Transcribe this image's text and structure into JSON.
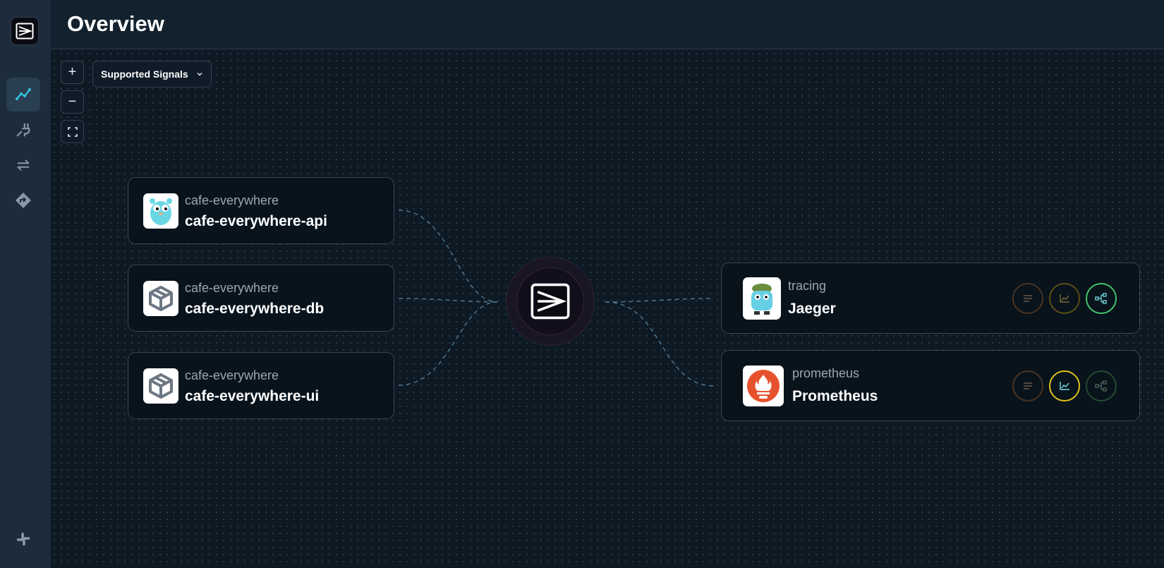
{
  "page": {
    "title": "Overview"
  },
  "sidebar": {
    "items": [
      {
        "icon": "overview-icon",
        "active": true
      },
      {
        "icon": "plug-icon",
        "active": false
      },
      {
        "icon": "arrows-icon",
        "active": false
      },
      {
        "icon": "route-icon",
        "active": false
      }
    ],
    "footer_icon": "slack-icon"
  },
  "controls": {
    "zoom_in": "+",
    "zoom_out": "−",
    "fit": "fit-view-icon"
  },
  "filter": {
    "label": "Supported Signals"
  },
  "sources": [
    {
      "namespace": "cafe-everywhere",
      "name": "cafe-everywhere-api",
      "icon": "go-gopher-icon"
    },
    {
      "namespace": "cafe-everywhere",
      "name": "cafe-everywhere-db",
      "icon": "cube-icon"
    },
    {
      "namespace": "cafe-everywhere",
      "name": "cafe-everywhere-ui",
      "icon": "cube-icon"
    }
  ],
  "destinations": [
    {
      "type": "tracing",
      "name": "Jaeger",
      "icon": "jaeger-icon",
      "signals": {
        "logs": false,
        "metrics": false,
        "traces": true
      }
    },
    {
      "type": "prometheus",
      "name": "Prometheus",
      "icon": "prometheus-icon",
      "signals": {
        "logs": false,
        "metrics": true,
        "traces": false
      }
    }
  ],
  "colors": {
    "logs": "#c4691c",
    "metrics": "#e3c31b",
    "traces": "#41c46a",
    "edge": "#4e7a94",
    "accent": "#2fc4dc"
  }
}
